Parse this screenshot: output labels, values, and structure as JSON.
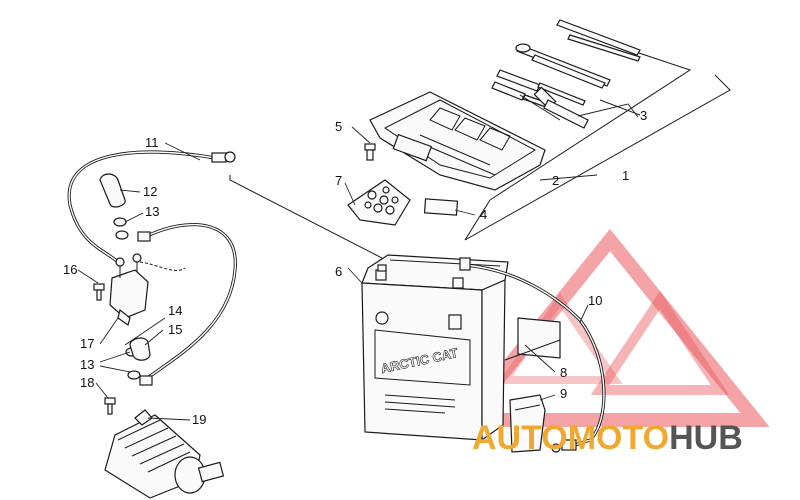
{
  "callouts": [
    {
      "id": "1",
      "text": "1"
    },
    {
      "id": "2",
      "text": "2"
    },
    {
      "id": "3",
      "text": "3"
    },
    {
      "id": "4",
      "text": "4"
    },
    {
      "id": "5",
      "text": "5"
    },
    {
      "id": "6",
      "text": "6"
    },
    {
      "id": "7",
      "text": "7"
    },
    {
      "id": "8",
      "text": "8"
    },
    {
      "id": "9",
      "text": "9"
    },
    {
      "id": "10",
      "text": "10"
    },
    {
      "id": "11",
      "text": "11"
    },
    {
      "id": "12",
      "text": "12"
    },
    {
      "id": "13a",
      "text": "13"
    },
    {
      "id": "13b",
      "text": "13"
    },
    {
      "id": "14",
      "text": "14"
    },
    {
      "id": "15",
      "text": "15"
    },
    {
      "id": "16",
      "text": "16"
    },
    {
      "id": "17",
      "text": "17"
    },
    {
      "id": "18",
      "text": "18"
    },
    {
      "id": "19",
      "text": "19"
    }
  ],
  "battery": {
    "brand": "ARCTIC CAT"
  },
  "watermark": {
    "part1": "AUTO",
    "part2": "MOTO",
    "part3": "HUB",
    "color_accent": "#e8474c",
    "color_orange": "#f0a830",
    "color_gray": "#555555"
  }
}
